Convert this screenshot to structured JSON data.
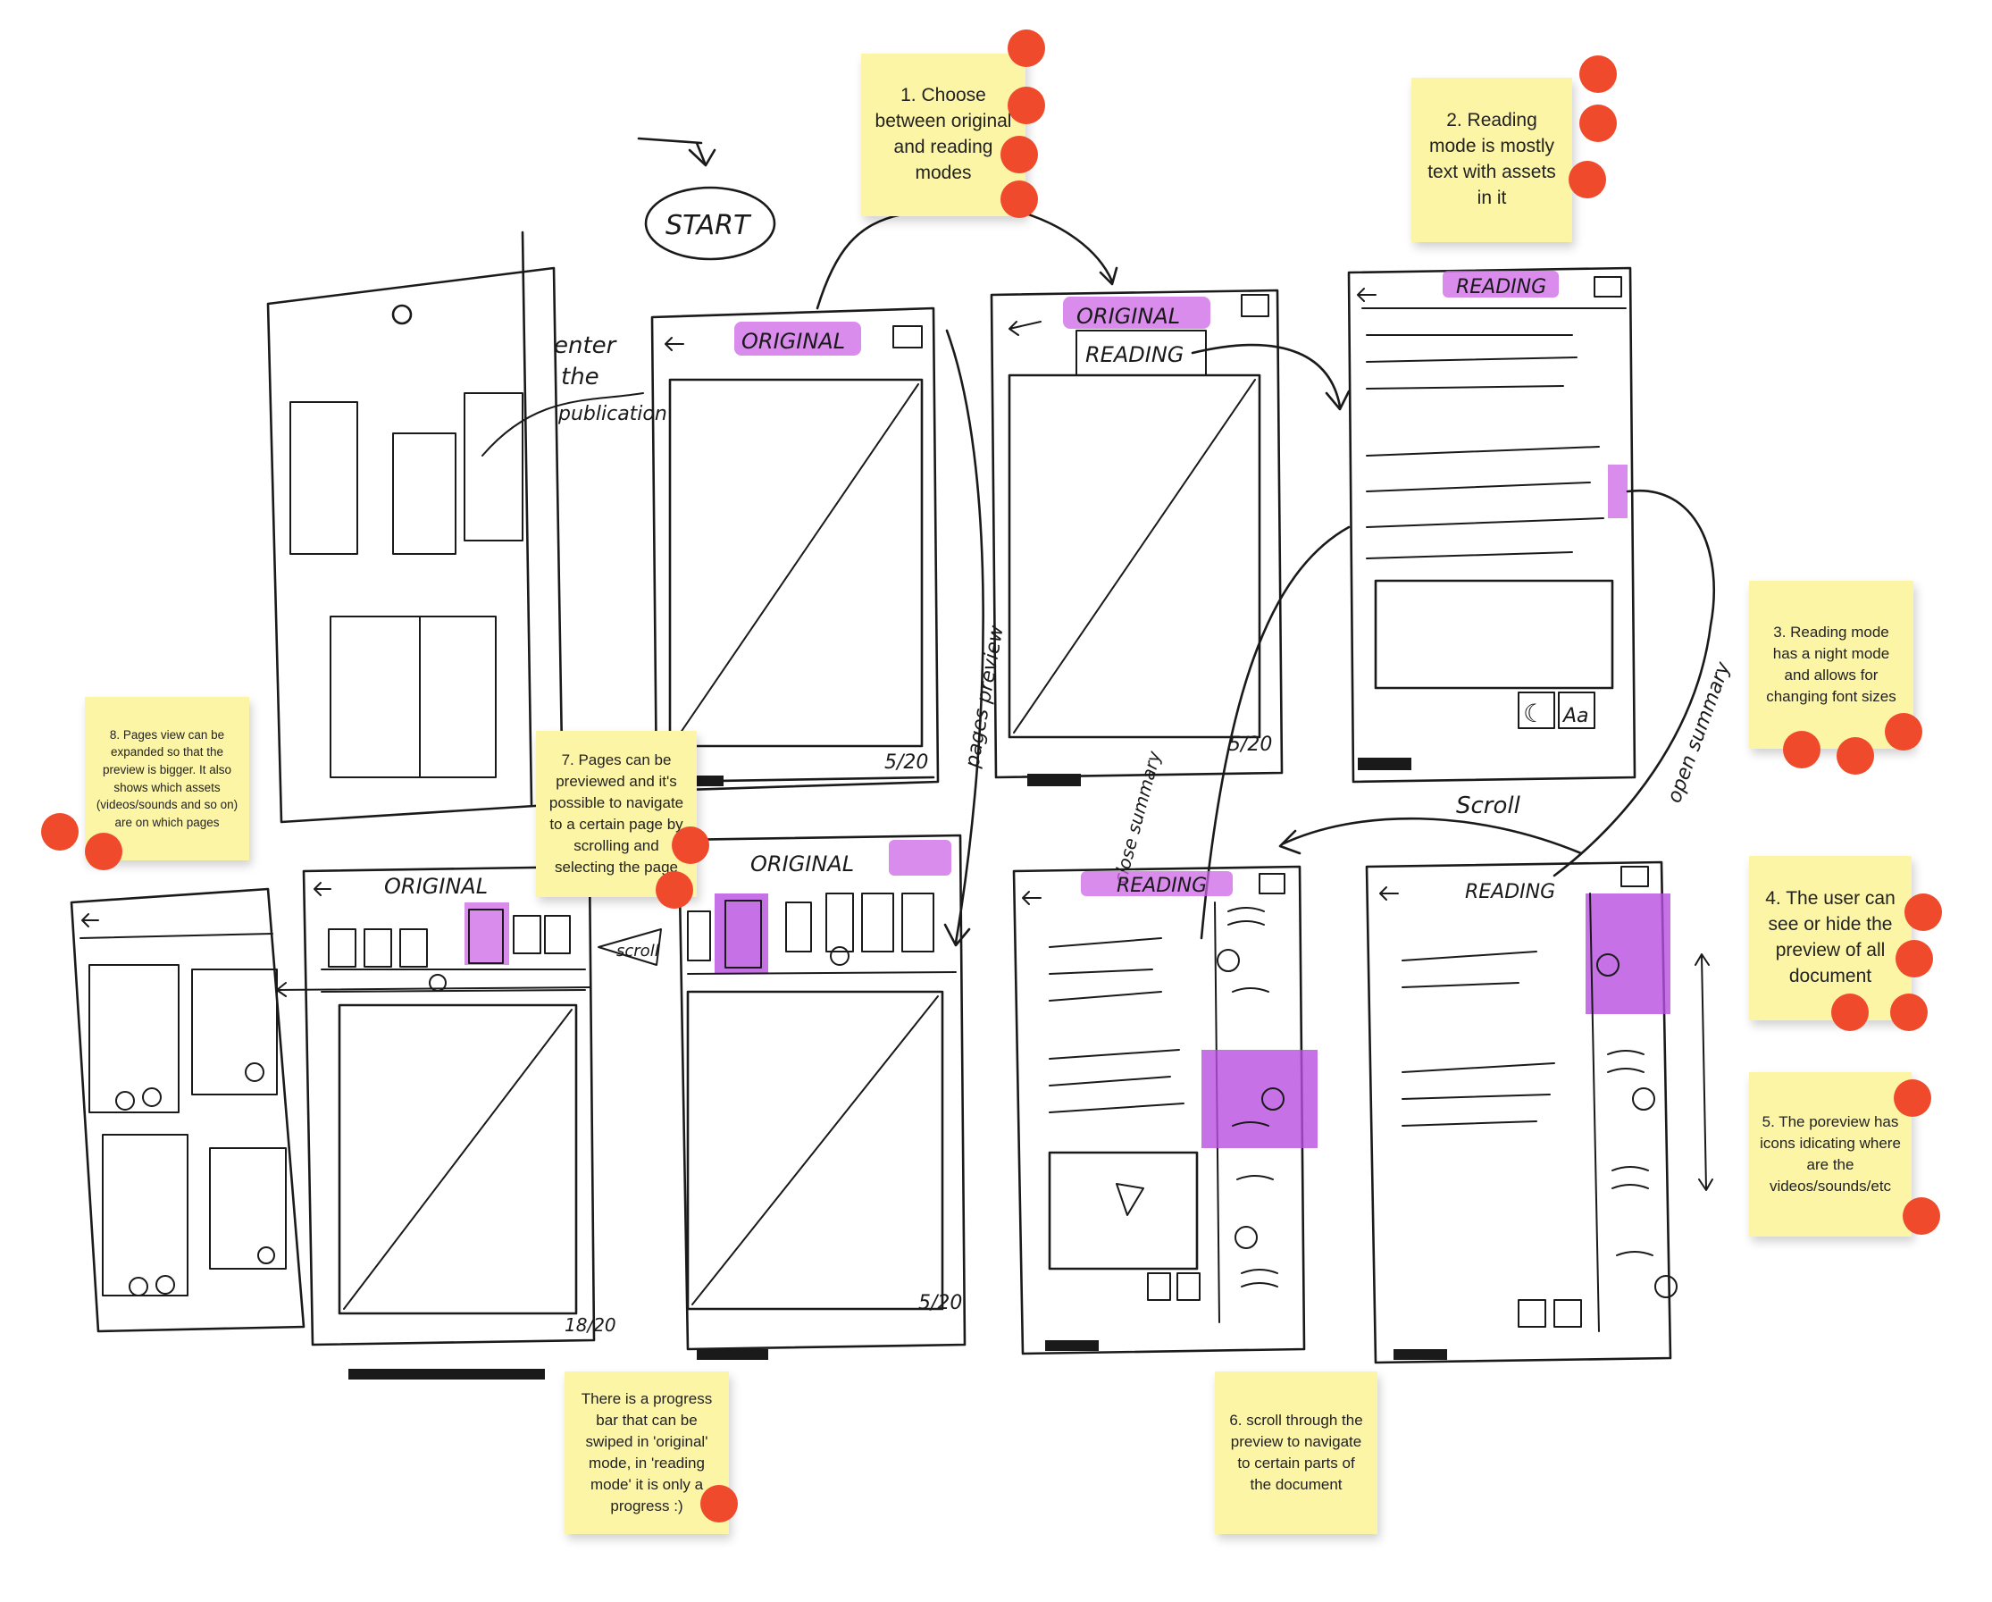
{
  "notes": {
    "n1": "1. Choose between original and reading modes",
    "n2": "2. Reading mode is mostly text with assets in it",
    "n3": "3. Reading mode has a night mode and allows for changing font sizes",
    "n4": "4. The user can see or hide the preview of all document",
    "n5": "5. The poreview has icons idicating where are the videos/sounds/etc",
    "n6": "6.  scroll through the preview to navigate to certain parts of the document",
    "n7": "7. Pages can be previewed and it's possible to navigate to a certain page by scrolling and selecting the page",
    "n8": "8. Pages view can be expanded so that the preview is bigger. It also shows which assets (videos/sounds and so on) are on which pages",
    "n9": "There is a progress bar that can be swiped in 'original' mode, in 'reading mode' it is only a progress :)"
  },
  "sketch_labels": {
    "start": "START",
    "original": "ORIGINAL",
    "reading": "READING",
    "enter_publication": [
      "enter",
      "the",
      "publication"
    ],
    "pages_preview": "pages preview",
    "open_summary": "open summary",
    "close_summary": "close summary",
    "scroll": "Scroll",
    "scroll_small": "scroll",
    "page_count": "5/20",
    "page_count_alt": "18/20"
  },
  "colors": {
    "sticky": "#fdf5a6",
    "dot": "#ef4a2b",
    "highlight": "#cc66e6",
    "ink": "#1a1a1a"
  }
}
